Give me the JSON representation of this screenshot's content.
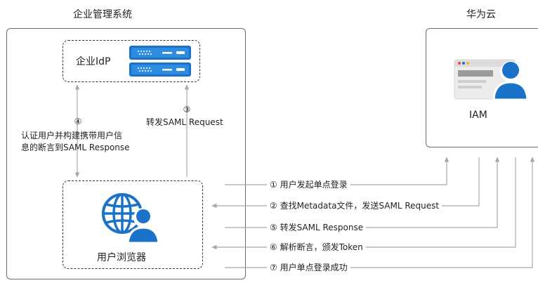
{
  "titles": {
    "enterprise_system": "企业管理系统",
    "huawei_cloud": "华为云"
  },
  "nodes": {
    "idp": "企业IdP",
    "iam": "IAM",
    "browser": "用户浏览器"
  },
  "edges": {
    "step3": {
      "num": "③",
      "text": "转发SAML Request"
    },
    "step4": {
      "num": "④",
      "line1": "认证用户并构建携带用户信",
      "line2": "息的断言到SAML Response"
    }
  },
  "steps": [
    {
      "num": "①",
      "text": "用户发起单点登录"
    },
    {
      "num": "②",
      "text": "查找Metadata文件，发送SAML Request"
    },
    {
      "num": "⑤",
      "text": "转发SAML Response"
    },
    {
      "num": "⑥",
      "text": "解析断言，颁发Token"
    },
    {
      "num": "⑦",
      "text": "用户单点登录成功"
    }
  ],
  "colors": {
    "accent_blue": "#1a73c8",
    "arrow_gray": "#a8a8a8",
    "border": "#6e6e6e"
  }
}
